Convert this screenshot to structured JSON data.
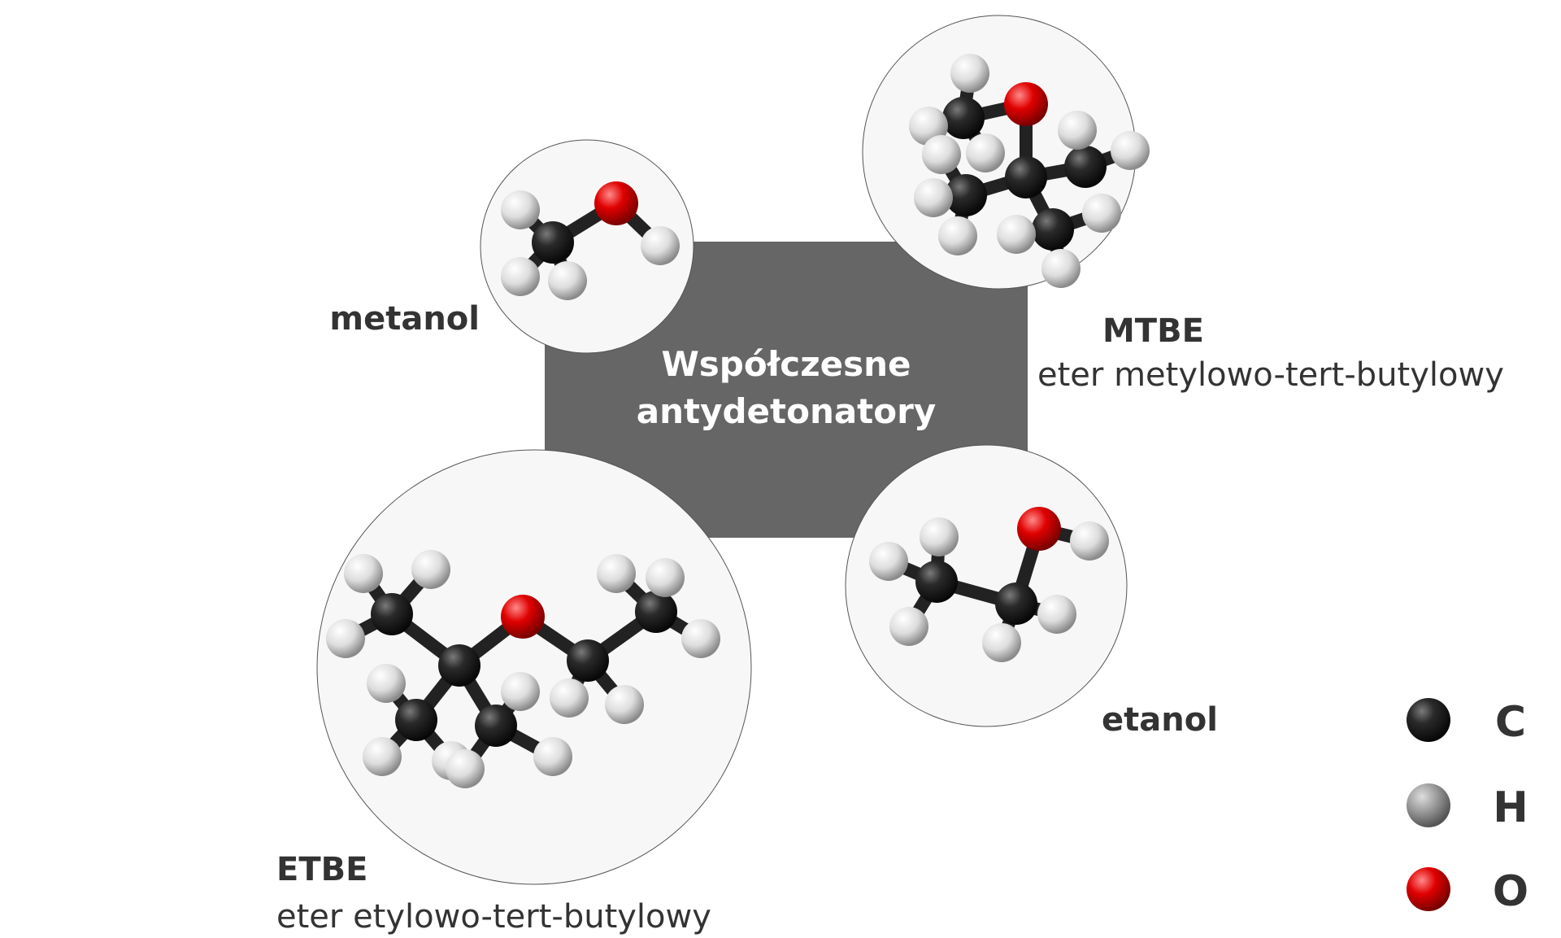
{
  "center": {
    "line1": "Współczesne",
    "line2": "antydetonatory"
  },
  "molecules": {
    "metanol": {
      "name": "metanol"
    },
    "mtbe": {
      "name": "MTBE",
      "full_name": "eter metylowo-tert-butylowy"
    },
    "etanol": {
      "name": "etanol"
    },
    "etbe": {
      "name": "ETBE",
      "full_name": "eter etylowo-tert-butylowy"
    }
  },
  "legend": [
    {
      "symbol": "C",
      "color": "#111111"
    },
    {
      "symbol": "H",
      "color": "#8a8a8a"
    },
    {
      "symbol": "O",
      "color": "#d40000"
    }
  ],
  "colors": {
    "center_box": "#666666",
    "circle_bg": "#f7f7f7",
    "bond": "#222222"
  }
}
